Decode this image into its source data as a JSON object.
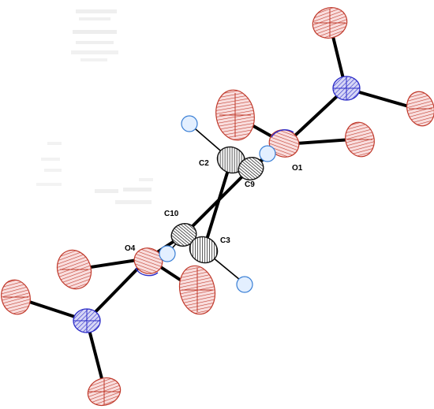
{
  "atom_labels": {
    "O1": "O1",
    "C2": "C2",
    "C9": "C9",
    "C10": "C10",
    "C3": "C3",
    "O4": "O4"
  },
  "colors": {
    "oxygen": "#c0392b",
    "oxygen_fill": "#f7d6d6",
    "nitrogen": "#2c2cc8",
    "nitrogen_fill": "#c8c8f0",
    "carbon": "#111111",
    "hydrogen": "#3a7fd5",
    "hydrogen_fill": "#d8e9ff",
    "bond": "#000000",
    "faint_text": "#d4d4d4"
  }
}
